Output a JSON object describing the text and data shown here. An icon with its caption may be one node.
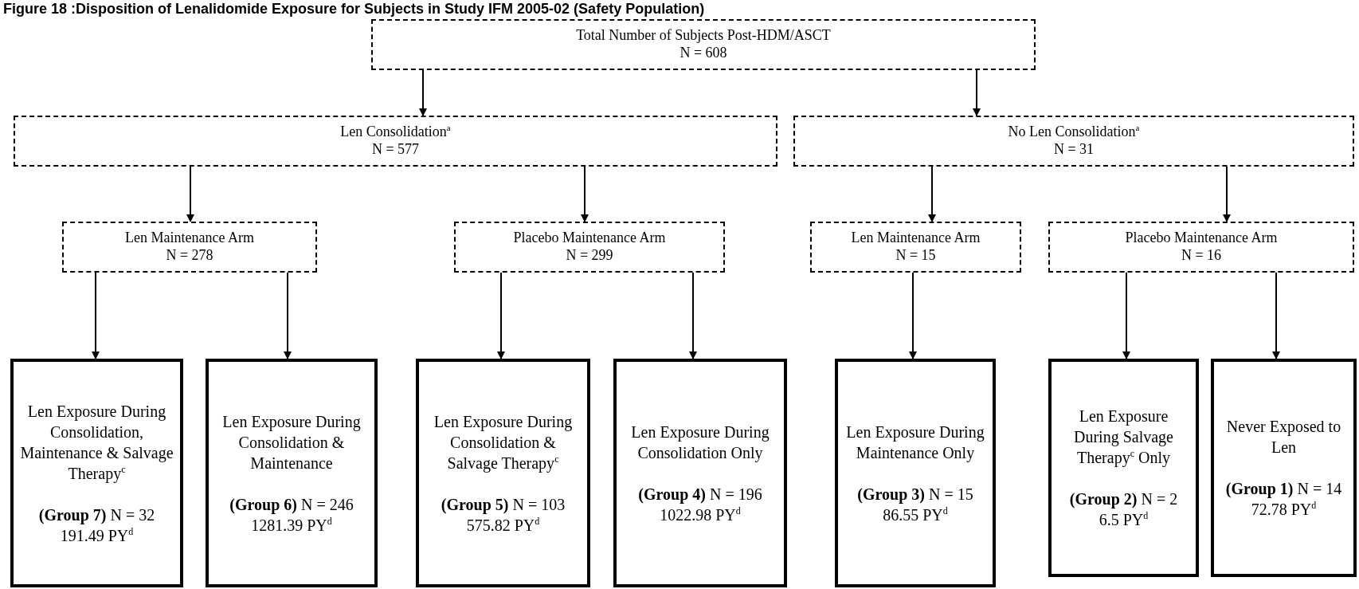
{
  "diagram": {
    "title": "Figure 18 :Disposition of Lenalidomide Exposure for Subjects in Study IFM 2005-02 (Safety Population)",
    "nodes": [
      {
        "text": [
          "Total Number of Subjects Post-HDM/ASCT",
          "N = 608"
        ]
      },
      {
        "text": [
          "Len Consolidation$^{a}$",
          "N = 577"
        ]
      },
      {
        "text": [
          "No Len Consolidation$^{a}$",
          "N = 31"
        ]
      },
      {
        "text": [
          "Len Maintenance Arm",
          "N = 278"
        ]
      },
      {
        "text": [
          "Placebo Maintenance Arm",
          "N = 299"
        ]
      },
      {
        "text": [
          "Len Maintenance Arm",
          "N = 15"
        ]
      },
      {
        "text": [
          "Placebo Maintenance Arm",
          "N = 16"
        ]
      },
      {
        "text": [
          "Len Exposure During Consolidation, Maintenance & Salvage Therapy$^{c}$",
          "**(Group 7)** N = 32",
          "191.49 PY$^{d}$"
        ]
      },
      {
        "text": [
          "Len Exposure During Consolidation & Maintenance",
          "**(Group 6)** N = 246",
          "1281.39 PY$^{d}$"
        ]
      },
      {
        "text": [
          "Len Exposure During Consolidation & Salvage Therapy$^{c}$",
          "**(Group 5)** N = 103",
          "575.82 PY$^{d}$"
        ]
      },
      {
        "text": [
          "Len Exposure During Consolidation Only",
          "**(Group 4)** N = 196",
          "1022.98 PY$^{d}$"
        ]
      },
      {
        "text": [
          "Len Exposure During Maintenance Only",
          "**(Group 3)** N = 15",
          "86.55 PY$^{d}$"
        ]
      },
      {
        "text": [
          "Len Exposure During Salvage Therapy$^{c}$ Only",
          "**(Group 2)** N = 2",
          "6.5 PY$^{d}$"
        ]
      },
      {
        "text": [
          "Never Exposed to Len",
          "**(Group 1)** N = 14",
          "72.78 PY$^{d}$"
        ]
      }
    ],
    "edges": [
      {
        "from": 0,
        "to": 1,
        "arrow": "to"
      },
      {
        "from": 0,
        "to": 2,
        "arrow": "to"
      },
      {
        "from": 1,
        "to": 3,
        "arrow": "to"
      },
      {
        "from": 1,
        "to": 4,
        "arrow": "to"
      },
      {
        "from": 2,
        "to": 5,
        "arrow": "to"
      },
      {
        "from": 2,
        "to": 6,
        "arrow": "to"
      },
      {
        "from": 3,
        "to": 7,
        "arrow": "to"
      },
      {
        "from": 3,
        "to": 8,
        "arrow": "to"
      },
      {
        "from": 4,
        "to": 9,
        "arrow": "to"
      },
      {
        "from": 4,
        "to": 10,
        "arrow": "to"
      },
      {
        "from": 5,
        "to": 11,
        "arrow": "to"
      },
      {
        "from": 6,
        "to": 12,
        "arrow": "to"
      },
      {
        "from": 6,
        "to": 13,
        "arrow": "to"
      }
    ]
  }
}
